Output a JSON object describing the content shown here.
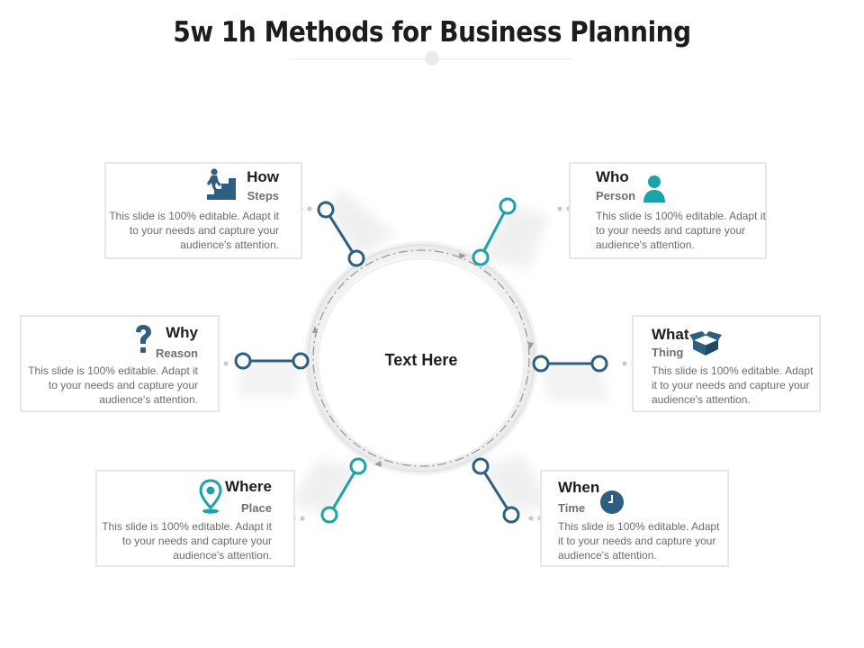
{
  "title": "5w 1h Methods for Business Planning",
  "center_text": "Text Here",
  "colors": {
    "dark_blue": "#2f5f80",
    "teal": "#1aa3a8"
  },
  "items": [
    {
      "key": "how",
      "label": "How",
      "sub": "Steps",
      "desc": "This slide is 100% editable. Adapt it to your needs and capture your audience's attention.",
      "icon": "stairs-climber-icon"
    },
    {
      "key": "who",
      "label": "Who",
      "sub": "Person",
      "desc": "This slide is 100% editable. Adapt it to your needs and capture your audience's attention.",
      "icon": "person-icon"
    },
    {
      "key": "why",
      "label": "Why",
      "sub": "Reason",
      "desc": "This slide is 100% editable. Adapt it to your needs and capture your audience's attention.",
      "icon": "question-mark-icon"
    },
    {
      "key": "what",
      "label": "What",
      "sub": "Thing",
      "desc": "This slide is 100% editable. Adapt it to your needs and capture your audience's attention.",
      "icon": "open-box-icon"
    },
    {
      "key": "where",
      "label": "Where",
      "sub": "Place",
      "desc": "This slide is 100% editable. Adapt it to your needs and capture your audience's attention.",
      "icon": "map-pin-icon"
    },
    {
      "key": "when",
      "label": "When",
      "sub": "Time",
      "desc": "This slide is 100% editable. Adapt it to your needs and capture your audience's attention.",
      "icon": "clock-icon"
    }
  ]
}
